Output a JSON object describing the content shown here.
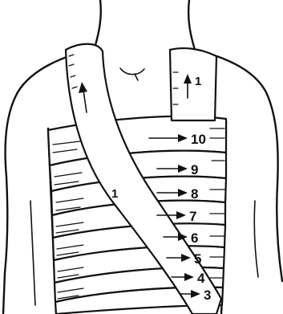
{
  "figure": {
    "labels": {
      "strip_front": "1",
      "strip_back": "1",
      "turns": [
        "10",
        "9",
        "8",
        "7",
        "6",
        "5",
        "4",
        "3"
      ]
    }
  }
}
